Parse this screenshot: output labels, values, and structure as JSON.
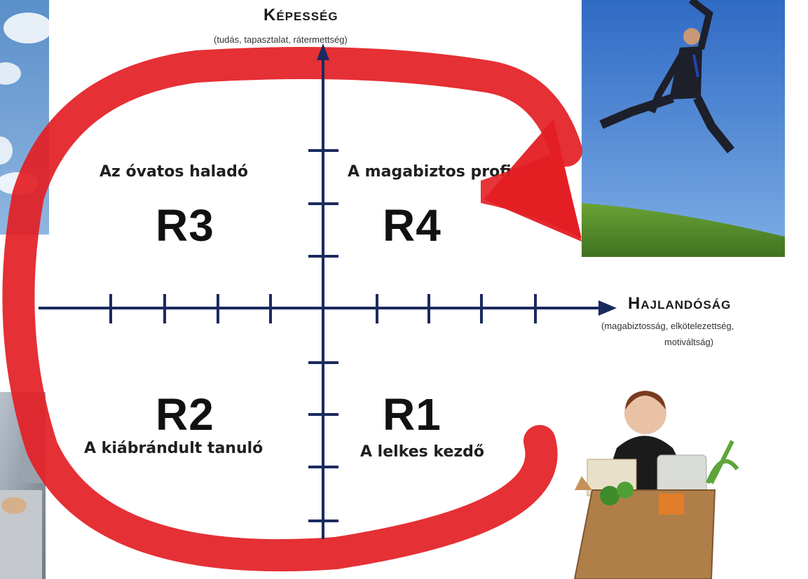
{
  "vertical_axis": {
    "title": "Képesség",
    "subtitle": "(tudás, tapasztalat, rátermettség)"
  },
  "horizontal_axis": {
    "title": "Hajlandóság",
    "subtitle_line1": "(magabiztosság, elkötelezettség,",
    "subtitle_line2": "motiváltság)"
  },
  "quadrants": {
    "r3": {
      "code": "R3",
      "label": "Az óvatos haladó"
    },
    "r4": {
      "code": "R4",
      "label": "A magabiztos profi"
    },
    "r2": {
      "code": "R2",
      "label": "A kiábrándult tanuló"
    },
    "r1": {
      "code": "R1",
      "label": "A lelkes kezdő"
    }
  },
  "colors": {
    "axis": "#1b2a5e",
    "arrow": "#e31e24",
    "sky": "#3f7fd0",
    "grass": "#4f8a2a"
  },
  "photos": [
    "sky-clouds-photo",
    "jumping-businessman-photo",
    "office-worker-photo",
    "woman-with-box-photo"
  ]
}
